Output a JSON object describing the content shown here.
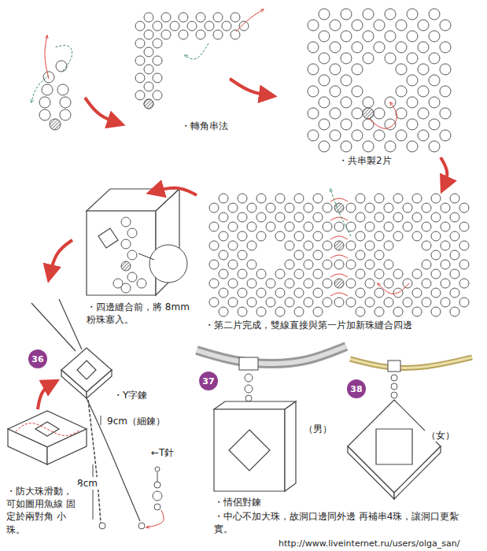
{
  "diagram": {
    "nodes": [
      {
        "text": [
          "36"
        ]
      },
      {
        "text": [
          "37"
        ]
      },
      {
        "text": [
          "38"
        ]
      }
    ],
    "labels": [
      "・轉角串法",
      "・共串製2片",
      "・四邊縫合前，將 8mm粉珠塞入。",
      "・第二片完成，雙線直接與第一片加新珠縫合四邊",
      "・Y字鍊",
      "9cm（細鍊）",
      "←T針",
      "8cm",
      "・防大珠滑動， 可如圖用魚線 固定於兩對角 小珠。",
      "（男）",
      "（女）",
      "・情侶對鍊",
      "・中心不加大珠，故洞口邊同外邊 再補串4珠，讓洞口更紮實。",
      "http://www.liveinternet.ru/users/olga_san/"
    ]
  }
}
